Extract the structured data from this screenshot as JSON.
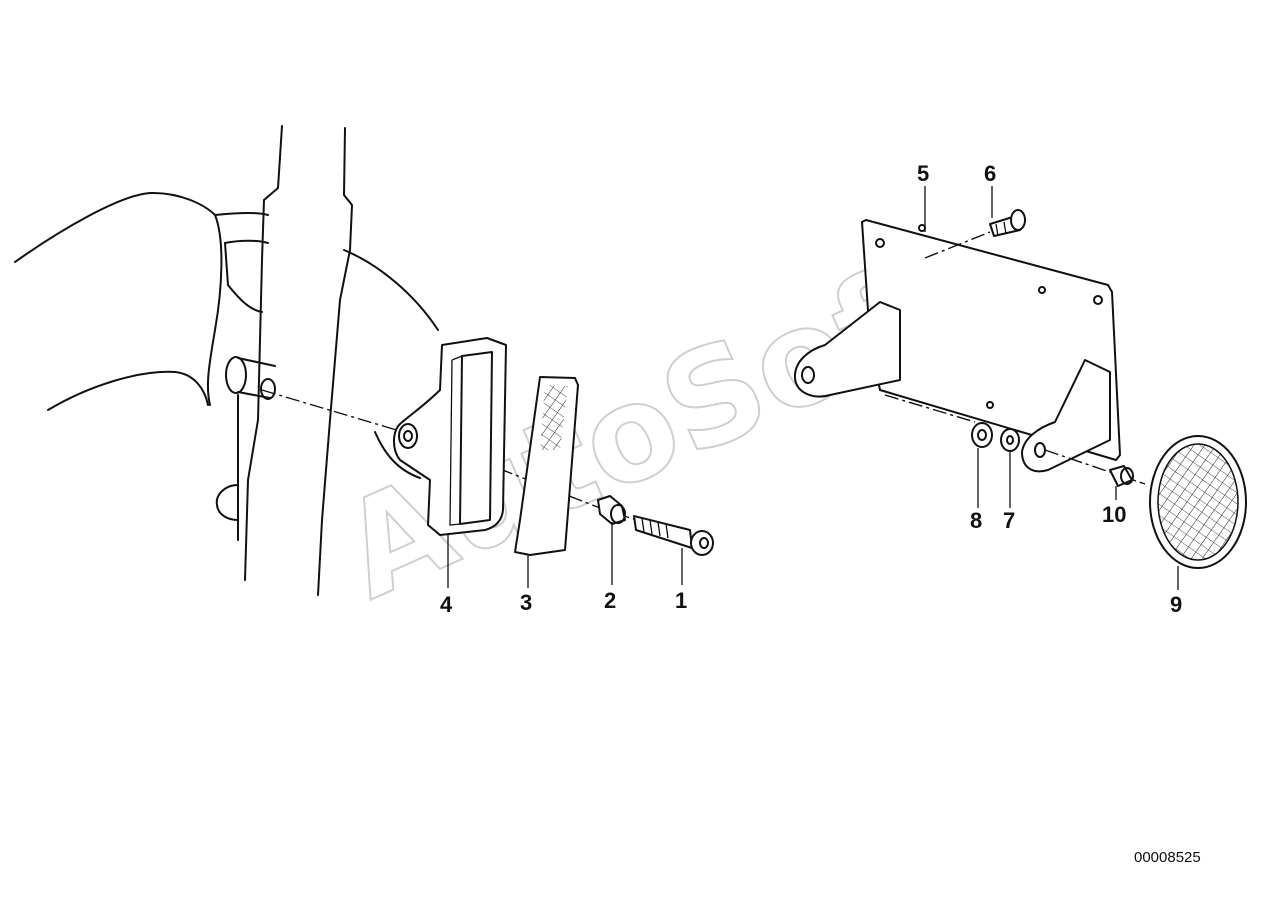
{
  "watermark": "AutoSoft",
  "diagram_id": "00008525",
  "callouts": [
    {
      "id": "1",
      "label": "1"
    },
    {
      "id": "2",
      "label": "2"
    },
    {
      "id": "3",
      "label": "3"
    },
    {
      "id": "4",
      "label": "4"
    },
    {
      "id": "5",
      "label": "5"
    },
    {
      "id": "6",
      "label": "6"
    },
    {
      "id": "7",
      "label": "7"
    },
    {
      "id": "8",
      "label": "8"
    },
    {
      "id": "9",
      "label": "9"
    },
    {
      "id": "10",
      "label": "10"
    }
  ]
}
